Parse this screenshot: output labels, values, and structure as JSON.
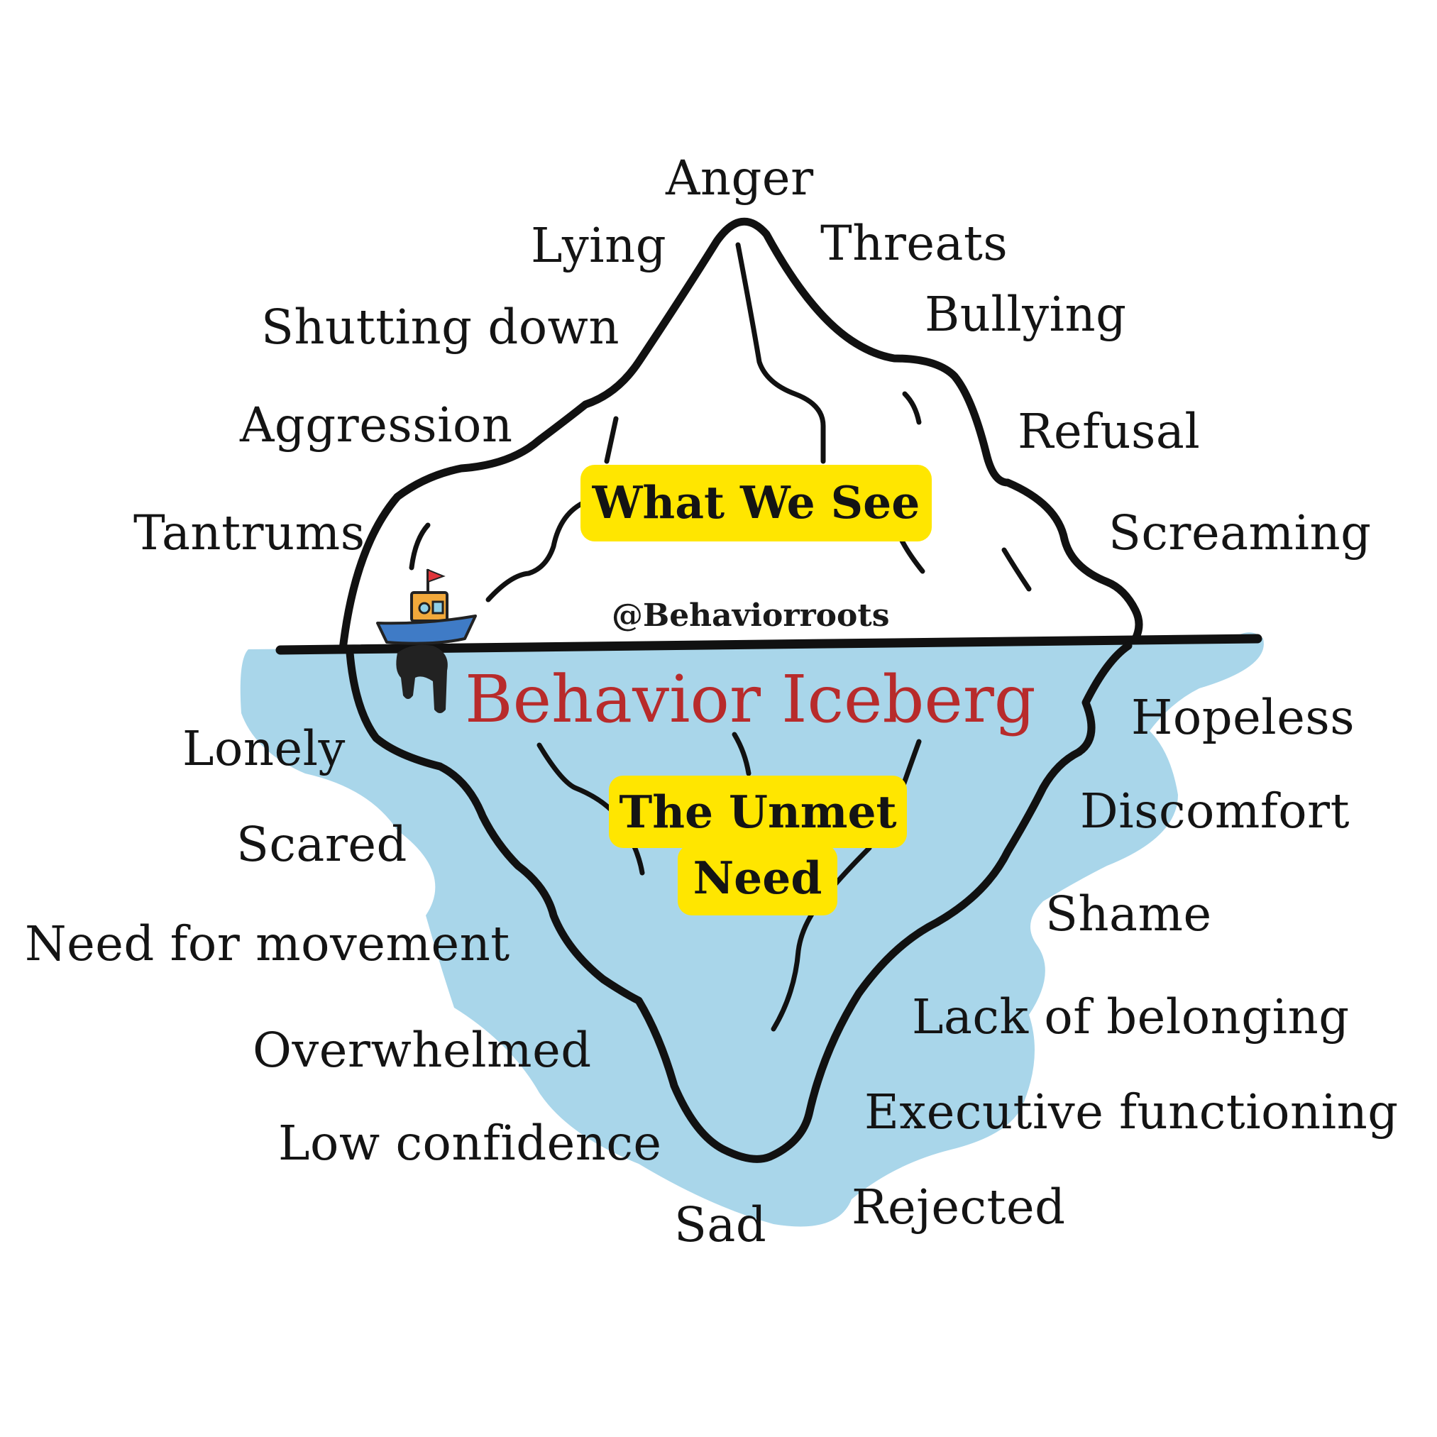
{
  "header": {
    "handle": "@Behaviorroots"
  },
  "title": "Behavior Iceberg",
  "sections": {
    "above": "What We See",
    "below_line1": "The Unmet",
    "below_line2": "Need"
  },
  "above_water": {
    "anger": "Anger",
    "lying": "Lying",
    "threats": "Threats",
    "shutting_down": "Shutting down",
    "bullying": "Bullying",
    "aggression": "Aggression",
    "refusal": "Refusal",
    "tantrums": "Tantrums",
    "screaming": "Screaming"
  },
  "below_water_left": {
    "lonely": "Lonely",
    "scared": "Scared",
    "need_for_movement": "Need for movement",
    "overwhelmed": "Overwhelmed",
    "low_confidence": "Low confidence",
    "sad": "Sad"
  },
  "below_water_right": {
    "hopeless": "Hopeless",
    "discomfort": "Discomfort",
    "shame": "Shame",
    "lack_of_belonging": "Lack of belonging",
    "executive_functioning": "Executive functioning",
    "rejected": "Rejected"
  },
  "colors": {
    "water": "#a9d6ea",
    "outline": "#111111",
    "highlight": "#ffe600",
    "title": "#b82b2b",
    "boat_hull": "#3f7bc6",
    "boat_cabin": "#f2a93b",
    "flag": "#e0353a"
  },
  "icons": {
    "boat": "boat-icon"
  }
}
